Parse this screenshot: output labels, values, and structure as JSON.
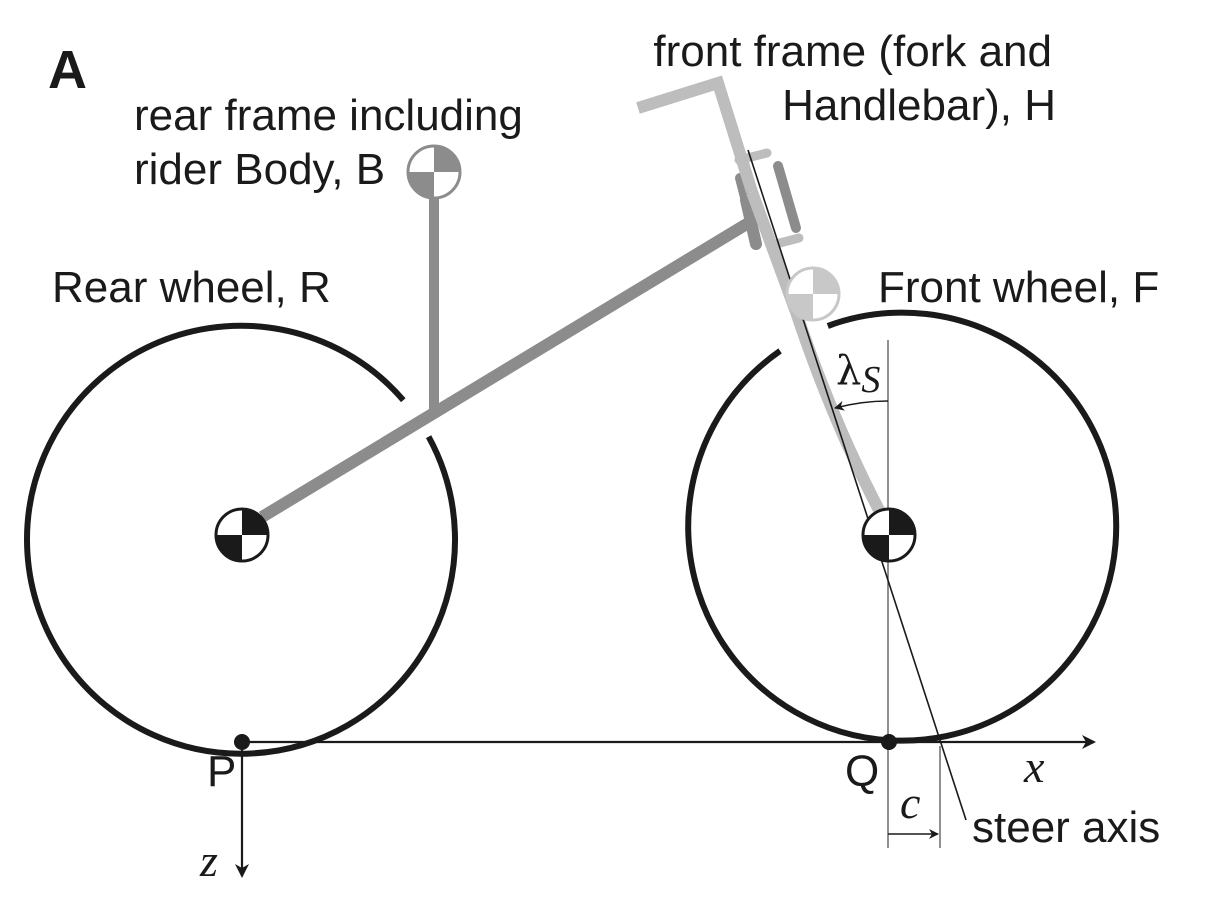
{
  "panel_label": "A",
  "labels": {
    "rear_frame_line1": "rear frame including",
    "rear_frame_line2": "rider Body, B",
    "front_frame_line1": "front frame (fork and",
    "front_frame_line2": "Handlebar), H",
    "rear_wheel": "Rear wheel, R",
    "front_wheel": "Front wheel, F",
    "point_p": "P",
    "point_q": "Q",
    "axis_x": "x",
    "axis_z": "z",
    "trail_c": "c",
    "steer_axis": "steer axis",
    "steer_angle_symbol": "λ",
    "steer_angle_subscript": "S"
  },
  "colors": {
    "wheel": "#1a1a1a",
    "rear_frame": "#8c8c8c",
    "front_frame": "#bdbdbd",
    "axis": "#1a1a1a"
  }
}
